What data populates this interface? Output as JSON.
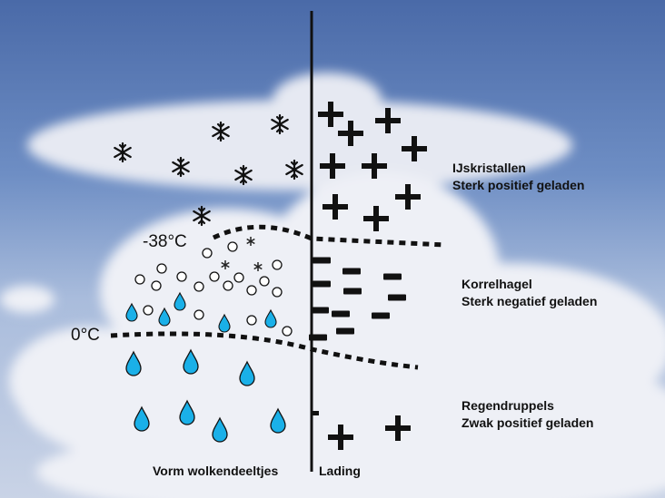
{
  "layers": [
    {
      "name": "IJskristallen",
      "charge": "Sterk positief geladen"
    },
    {
      "name": "Korrelhagel",
      "charge": "Sterk negatief geladen"
    },
    {
      "name": "Regendruppels",
      "charge": "Zwak positief geladen"
    }
  ],
  "isotherms": {
    "upper": "-38°C",
    "lower": "0°C"
  },
  "axis_labels": {
    "left": "Vorm wolkendeeltjes",
    "right": "Lading"
  },
  "colors": {
    "drop": "#1ab0e8",
    "sky": "#5676b4"
  }
}
